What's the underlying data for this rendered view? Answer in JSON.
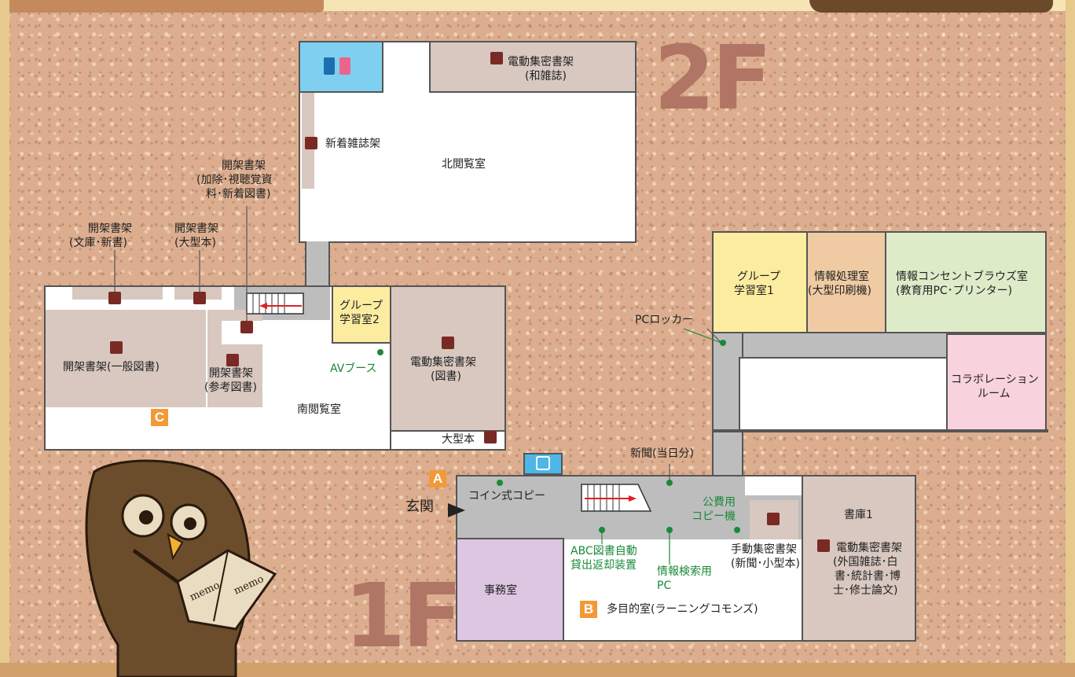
{
  "floors": {
    "second": "2F",
    "first": "1F"
  },
  "second_floor": {
    "north_reading_room": "北閲覧室",
    "south_reading_room": "南閲覧室",
    "new_magazines": "新着雑誌架",
    "mobile_stacks_jp_magazines": [
      "電動集密書架",
      "(和雑誌)"
    ],
    "open_stacks_av": [
      "開架書架",
      "(加除･視聴覚資",
      "料･新着図書)"
    ],
    "open_stacks_bunko": [
      "開架書架",
      "(文庫･新書)"
    ],
    "open_stacks_large": [
      "開架書架",
      "(大型本)"
    ],
    "open_stacks_general": "開架書架(一般図書)",
    "open_stacks_reference": [
      "開架書架",
      "(参考図書)"
    ],
    "group_study_2": [
      "グループ",
      "学習室2"
    ],
    "av_booth": "AVブース",
    "mobile_stacks_books": [
      "電動集密書架",
      "(図書)"
    ],
    "large_books": "大型本",
    "zone_c": "C"
  },
  "first_floor": {
    "group_study_1": [
      "グループ",
      "学習室1"
    ],
    "info_processing": [
      "情報処理室",
      "(大型印刷機)"
    ],
    "info_outlet": [
      "情報コンセントブラウズ室",
      "(教育用PC･プリンター)"
    ],
    "collaboration": [
      "コラボレーション",
      "ルーム"
    ],
    "pc_locker": "PCロッカー",
    "newspaper": "新聞(当日分)",
    "coin_copy": "コイン式コピー",
    "entrance": "玄関",
    "public_copy": [
      "公費用",
      "コピー機"
    ],
    "abc_device": [
      "ABC図書自動",
      "貸出返却装置"
    ],
    "search_pc": [
      "情報検索用",
      "PC"
    ],
    "manual_stacks": [
      "手動集密書架",
      "(新聞･小型本)"
    ],
    "stack_room": "書庫1",
    "mobile_stacks_foreign": [
      "電動集密書架",
      "(外国雑誌･白",
      "書･統計書･博",
      "士･修士論文)"
    ],
    "office": "事務室",
    "multipurpose": "多目的室(ラーニングコモンズ)",
    "zone_a": "A",
    "zone_b": "B"
  },
  "illustration": {
    "memo_left": "memo",
    "memo_right": "memo"
  },
  "colors": {
    "corridor": "#bdbdbd",
    "room_white": "#ffffff",
    "room_brown": "#d8c8c0",
    "restroom": "#7fd0f0",
    "group_yellow": "#fbeca0",
    "info_orange": "#efcaa2",
    "browse_green": "#deebc9",
    "collab_pink": "#f8d2dc",
    "office_purple": "#dcc6e2",
    "badge_orange": "#f29a38",
    "label_green": "#1a8a3a",
    "floor_label": "#b07565"
  }
}
